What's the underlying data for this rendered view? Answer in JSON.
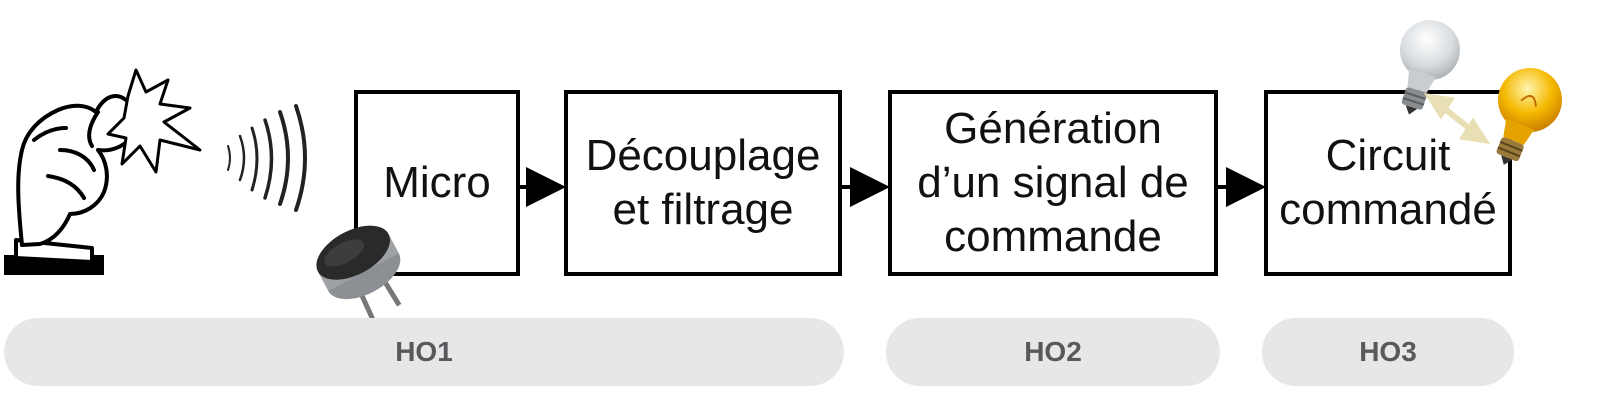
{
  "blocks": [
    {
      "id": "micro",
      "label": "Micro"
    },
    {
      "id": "decouplage",
      "label": "Découplage\net filtrage"
    },
    {
      "id": "generation",
      "label": "Génération\nd’un signal de\ncommande"
    },
    {
      "id": "circuit",
      "label": "Circuit\ncommandé"
    }
  ],
  "bands": [
    {
      "id": "ho1",
      "label": "HO1"
    },
    {
      "id": "ho2",
      "label": "HO2"
    },
    {
      "id": "ho3",
      "label": "HO3"
    }
  ],
  "icons": {
    "snap": "finger-snap-icon",
    "sound": "sound-waves-icon",
    "microphone": "microphone-icon",
    "bulb_off": "lightbulb-off-icon",
    "bulb_on": "lightbulb-on-icon",
    "toggle": "double-arrow-icon"
  },
  "colors": {
    "band_fill": "#e6e7e9",
    "band_text": "#58595b",
    "bulb_on": "#f5b800",
    "bulb_off": "#d9dde0"
  }
}
